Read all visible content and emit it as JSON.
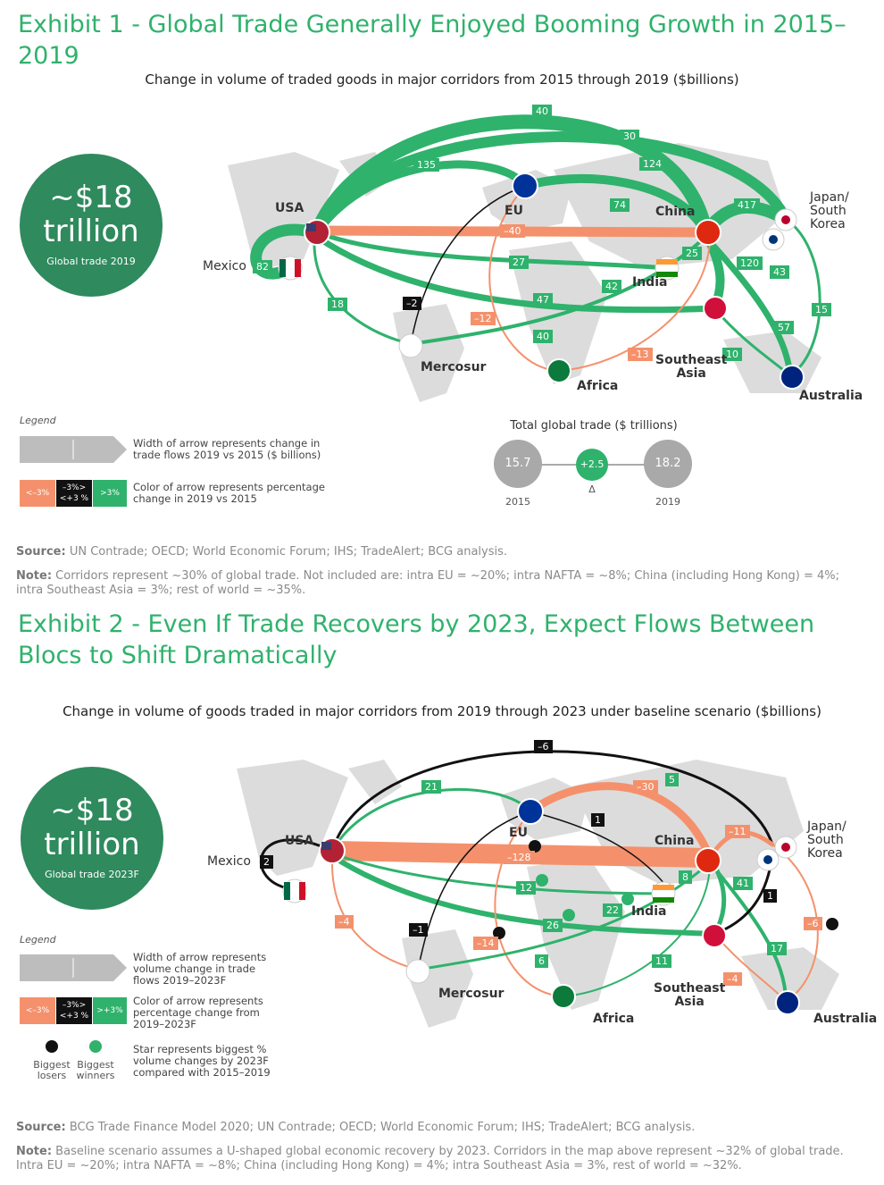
{
  "colors": {
    "green": "#2fb26c",
    "salmon": "#f4916c",
    "black": "#111111",
    "gray": "#a9a9a9",
    "dark_green": "#2f8a5e"
  },
  "exhibit1": {
    "title": "Exhibit 1 - Global Trade Generally Enjoyed Booming Growth in 2015–2019",
    "subtitle": "Change in volume of traded goods in major corridors from 2015 through 2019 ($billions)",
    "circle": {
      "value": "~$18",
      "unit": "trillion",
      "caption": "Global trade 2019"
    },
    "regions": {
      "usa": "USA",
      "mexico": "Mexico",
      "eu": "EU",
      "china": "China",
      "japan_korea": "Japan/\nSouth\nKorea",
      "india": "India",
      "mercosur": "Mercosur",
      "africa": "Africa",
      "southeast_asia": "Southeast\nAsia",
      "australia": "Australia"
    },
    "flow_labels": [
      "40",
      "30",
      "135",
      "124",
      "74",
      "417",
      "–40",
      "25",
      "27",
      "120",
      "43",
      "18",
      "82",
      "–2",
      "42",
      "47",
      "–12",
      "40",
      "57",
      "15",
      "–13",
      "10"
    ],
    "legend": {
      "title": "Legend",
      "width_text": "Width of arrow represents change in trade flows 2019 vs 2015 ($ billions)",
      "color_text": "Color of arrow represents percentage change in 2019 vs 2015",
      "swatch_low": "<–3%",
      "swatch_mid": "–3%>\n<+3 %",
      "swatch_high": ">3%"
    },
    "totals": {
      "title": "Total global trade ($ trillions)",
      "v2015": "15.7",
      "delta": "+2.5",
      "v2019": "18.2",
      "label_2015": "2015",
      "label_delta": "Δ",
      "label_2019": "2019"
    },
    "source_label": "Source:",
    "source": " UN Contrade; OECD; World Economic Forum; IHS; TradeAlert; BCG analysis.",
    "note_label": "Note:",
    "note": " Corridors represent ~30% of global trade. Not included are: intra EU = ~20%; intra NAFTA = ~8%; China (including Hong Kong) = 4%; intra Southeast Asia = 3%; rest of world = ~35%."
  },
  "exhibit2": {
    "title": "Exhibit 2 - Even If Trade Recovers by 2023, Expect Flows Between Blocs to Shift Dramatically",
    "subtitle": "Change in volume of goods traded in major corridors from 2019 through 2023 under baseline scenario ($billions)",
    "circle": {
      "value": "~$18",
      "unit": "trillion",
      "caption": "Global trade 2023F"
    },
    "regions": {
      "usa": "USA",
      "mexico": "Mexico",
      "eu": "EU",
      "china": "China",
      "japan_korea": "Japan/\nSouth\nKorea",
      "india": "India",
      "mercosur": "Mercosur",
      "africa": "Africa",
      "southeast_asia": "Southeast\nAsia",
      "australia": "Australia"
    },
    "flow_labels": [
      "–6",
      "21",
      "–30",
      "5",
      "1",
      "–11",
      "2",
      "–128",
      "8",
      "41",
      "12",
      "22",
      "26",
      "1",
      "–4",
      "–1",
      "–14",
      "6",
      "11",
      "17",
      "–6",
      "–4"
    ],
    "legend": {
      "title": "Legend",
      "width_text": "Width of arrow represents volume change in trade flows 2019–2023F",
      "color_text": "Color of arrow represents percentage change from 2019–2023F",
      "swatch_low": "<–3%",
      "swatch_mid": "–3%>\n<+3 %",
      "swatch_high": ">+3%",
      "star_text": "Star represents biggest % volume changes by 2023F compared with 2015–2019",
      "losers": "Biggest losers",
      "winners": "Biggest winners"
    },
    "source_label": "Source:",
    "source": " BCG Trade Finance Model 2020; UN Contrade; OECD; World Economic Forum; IHS; TradeAlert; BCG analysis.",
    "note_label": "Note:",
    "note": " Baseline scenario assumes a U-shaped global economic recovery by 2023. Corridors in the map above represent ~32% of global trade. Intra EU = ~20%; intra NAFTA = ~8%; China (including Hong Kong) = 4%; intra Southeast Asia = 3%, rest of world = ~32%."
  }
}
